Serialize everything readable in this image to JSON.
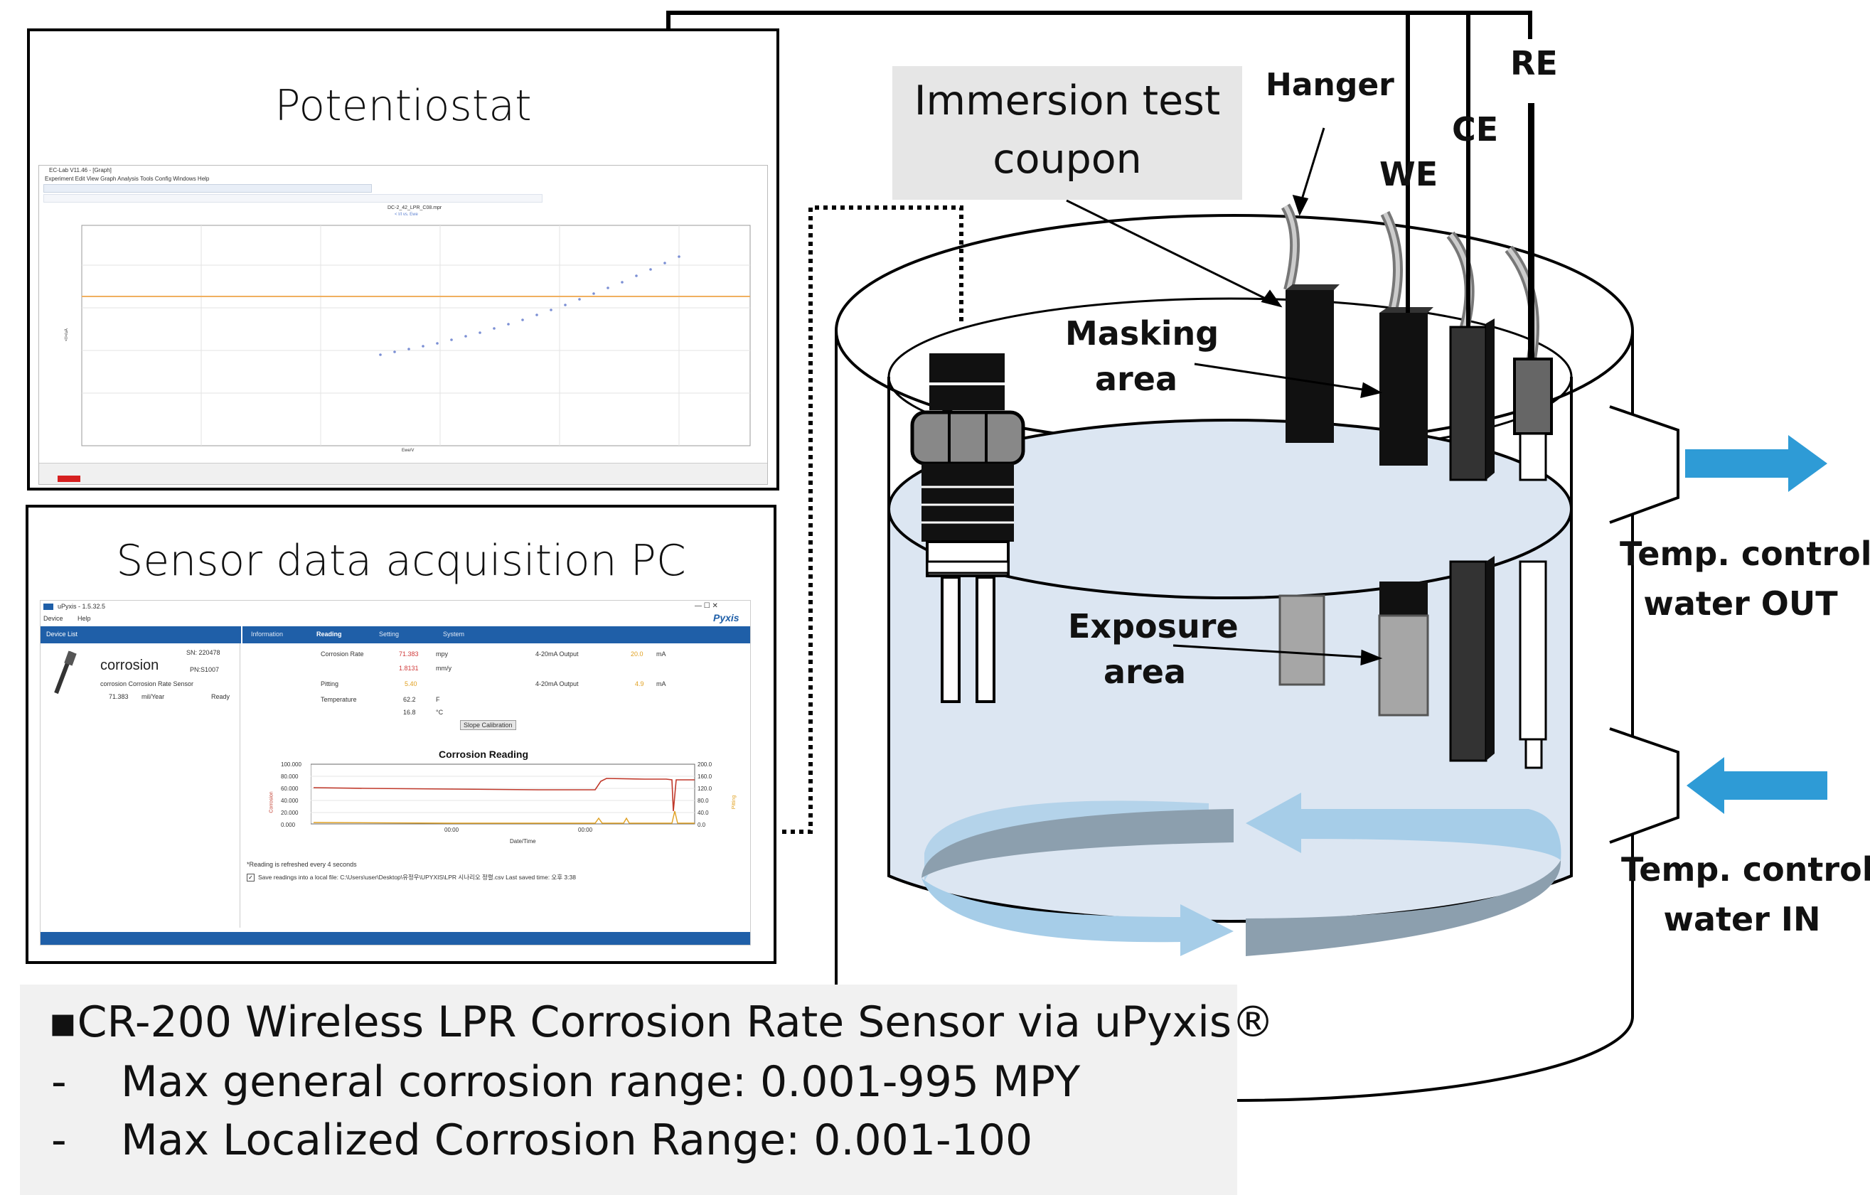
{
  "potentiostat": {
    "title": "Potentiostat",
    "app_title": "EC-Lab V11.46 - [Graph]",
    "menu": "Experiment  Edit  View  Graph  Analysis  Tools  Config  Windows  Help",
    "graph_title": "DC-2_42_LPR_C08.mpr",
    "legend": "< I/I vs. Ewe",
    "xlabel": "Ewe/V",
    "ylabel": "<I>/uA"
  },
  "daq_pc": {
    "title": "Sensor data acquisition PC",
    "app_title": "uPyxis - 1.5.32.5",
    "menu_device": "Device",
    "menu_help": "Help",
    "brand": "Pyxis",
    "device_list_header": "Device List",
    "device_name": "corrosion",
    "sn": "SN: 220478",
    "pn": "PN:S1007",
    "device_desc": "corrosion Corrosion Rate Sensor",
    "device_value": "71.383",
    "device_unit": "mil/Year",
    "device_status": "Ready",
    "tabs": [
      "Information",
      "Reading",
      "Setting",
      "System"
    ],
    "reading": {
      "corrosion_rate_label": "Corrosion Rate",
      "corrosion_rate_mpy": "71.383",
      "unit_mpy": "mpy",
      "corrosion_rate_mmy": "1.8131",
      "unit_mmy": "mm/y",
      "pitting_label": "Pitting",
      "pitting_value": "5.40",
      "temperature_label": "Temperature",
      "temp_f": "62.2",
      "unit_f": "F",
      "temp_c": "16.8",
      "unit_c": "°C",
      "output1_label": "4-20mA Output",
      "output1_value": "20.0",
      "output2_label": "4-20mA Output",
      "output2_value": "4.9",
      "unit_ma": "mA",
      "slope_button": "Slope Calibration"
    },
    "chart_title": "Corrosion Reading",
    "x_ticks": [
      "00:00",
      "00:00"
    ],
    "xlabel": "Date/Time",
    "ylabel_left": "Corrosion",
    "ylabel_right": "Pitting",
    "y_left_ticks": [
      "100.000",
      "80.000",
      "60.000",
      "40.000",
      "20.000",
      "0.000"
    ],
    "y_right_ticks": [
      "200.0",
      "160.0",
      "120.0",
      "80.0",
      "40.0",
      "0.0"
    ],
    "refresh_note": "*Reading is refreshed every 4 seconds",
    "save_note": "Save readings into a local file: C:\\Users\\user\\Desktop\\유정우\\UPYXIS\\LPR 시나리오 정렬.csv   Last saved time: 오후 3:38"
  },
  "labels": {
    "immersion_line1": "Immersion test",
    "immersion_line2": "coupon",
    "hanger": "Hanger",
    "we": "WE",
    "ce": "CE",
    "re": "RE",
    "masking1": "Masking",
    "masking2": "area",
    "exposure1": "Exposure",
    "exposure2": "area",
    "out1": "Temp. control",
    "out2": "water OUT",
    "in1": "Temp. control",
    "in2": "water IN"
  },
  "specs": {
    "line1": "▪CR-200 Wireless LPR Corrosion Rate Sensor via uPyxis®",
    "line2": "-    Max general corrosion range: 0.001-995 MPY",
    "line3": "-    Max Localized Corrosion Range: 0.001-100"
  },
  "colors": {
    "water": "#dce6f2",
    "arrow_blue": "#2e9bd6",
    "flow_dark": "#8c9fae",
    "flow_light": "#a6cde8",
    "upyxis_blue": "#1f5fa8"
  }
}
